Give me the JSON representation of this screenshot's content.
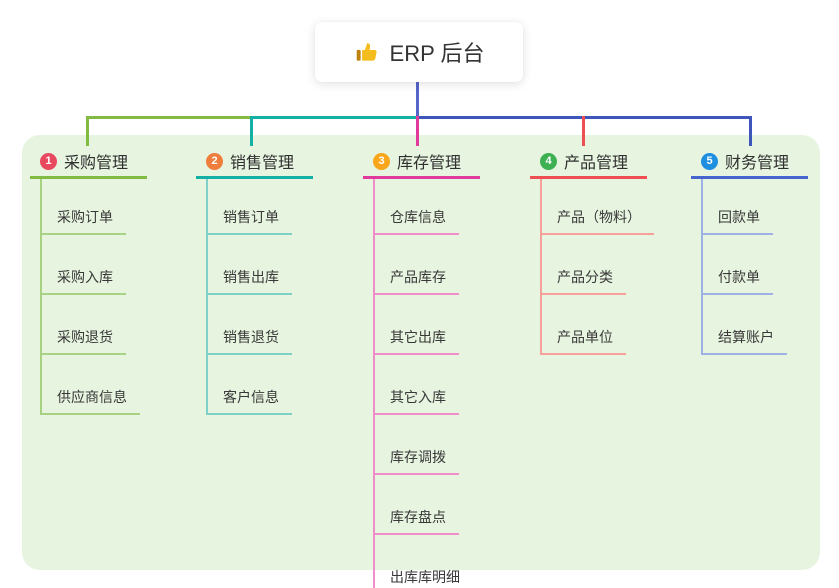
{
  "root": {
    "title": "ERP 后台",
    "icon": "thumbs-up"
  },
  "panel_bg": "#e7f4e0",
  "connectors": {
    "stem": "#5565c9",
    "bus_left": "#82bb42",
    "bus_mid": "#15b0a5",
    "bus_right": "#3e55bb"
  },
  "branches": [
    {
      "num": "1",
      "title": "采购管理",
      "badge_color": "#e8495f",
      "line_color": "#82bb42",
      "child_line_color": "#a9d184",
      "children": [
        "采购订单",
        "采购入库",
        "采购退货",
        "供应商信息"
      ]
    },
    {
      "num": "2",
      "title": "销售管理",
      "badge_color": "#ef7d3b",
      "line_color": "#15b0a5",
      "child_line_color": "#7fd0c9",
      "children": [
        "销售订单",
        "销售出库",
        "销售退货",
        "客户信息"
      ]
    },
    {
      "num": "3",
      "title": "库存管理",
      "badge_color": "#f9a61a",
      "line_color": "#e03a9c",
      "child_line_color": "#ef8ec8",
      "children": [
        "仓库信息",
        "产品库存",
        "其它出库",
        "其它入库",
        "库存调拨",
        "库存盘点",
        "出库库明细"
      ]
    },
    {
      "num": "4",
      "title": "产品管理",
      "badge_color": "#3db152",
      "line_color": "#ee4f52",
      "child_line_color": "#f7a09b",
      "children": [
        "产品（物料）",
        "产品分类",
        "产品单位"
      ]
    },
    {
      "num": "5",
      "title": "财务管理",
      "badge_color": "#1f8fe0",
      "line_color": "#4664cd",
      "child_line_color": "#9db1e4",
      "children": [
        "回款单",
        "付款单",
        "结算账户"
      ]
    }
  ]
}
